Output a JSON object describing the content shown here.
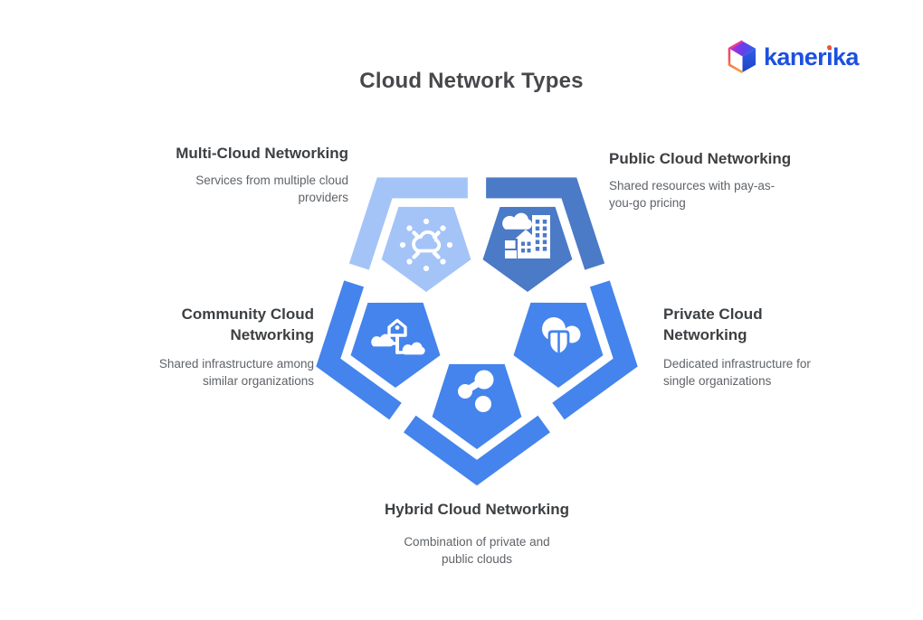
{
  "title": "Cloud Network Types",
  "brand": {
    "name": "kanerika",
    "name_parts": [
      "kaner",
      "i",
      "ka"
    ],
    "text_color": "#1c50e0",
    "i_dot_color": "#f4502e"
  },
  "nodes": [
    {
      "id": "multi-cloud",
      "title": "Multi-Cloud Networking",
      "description": "Services from multiple cloud providers",
      "color": "#a4c4f8",
      "icon": "distributed-cloud-icon"
    },
    {
      "id": "public-cloud",
      "title": "Public Cloud Networking",
      "description": "Shared resources with pay-as-you-go pricing",
      "color": "#4b7ac7",
      "icon": "city-buildings-cloud-icon"
    },
    {
      "id": "community-cloud",
      "title": "Community Cloud Networking",
      "description": "Shared infrastructure among similar organizations",
      "color": "#4484ec",
      "icon": "house-network-icon"
    },
    {
      "id": "private-cloud",
      "title": "Private Cloud Networking",
      "description": "Dedicated infrastructure for single organizations",
      "color": "#4484ec",
      "icon": "cloud-shield-icon"
    },
    {
      "id": "hybrid-cloud",
      "title": "Hybrid Cloud Networking",
      "description": "Combination of private and public clouds",
      "color": "#4484ec",
      "icon": "share-nodes-icon"
    }
  ]
}
